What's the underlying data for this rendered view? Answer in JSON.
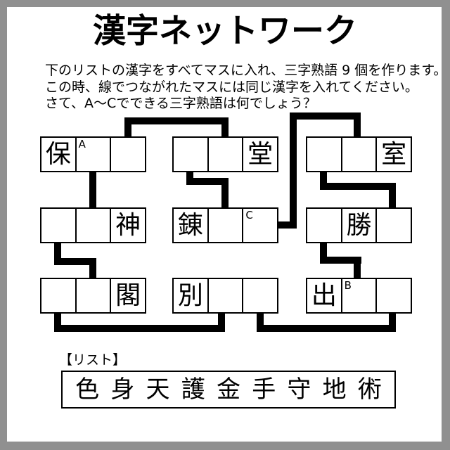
{
  "page": {
    "frame_color": "#909090",
    "title": "漢字ネットワーク",
    "instructions": [
      "下のリストの漢字をすべてマスに入れ、三字熟語 9 個を作ります。",
      "この時、線でつながれたマスには同じ漢字を入れてください。",
      "さて、A〜Cでできる三字熟語は何でしょう？"
    ]
  },
  "puzzle": {
    "boxes": [
      {
        "id": "box-1",
        "row": 1,
        "col": 1,
        "cells": [
          "保",
          "",
          ""
        ],
        "labels": [
          "",
          "A",
          ""
        ]
      },
      {
        "id": "box-2",
        "row": 1,
        "col": 2,
        "cells": [
          "",
          "",
          "堂"
        ],
        "labels": [
          "",
          "",
          ""
        ]
      },
      {
        "id": "box-3",
        "row": 1,
        "col": 3,
        "cells": [
          "",
          "",
          "室"
        ],
        "labels": [
          "",
          "",
          ""
        ]
      },
      {
        "id": "box-4",
        "row": 2,
        "col": 1,
        "cells": [
          "",
          "",
          "神"
        ],
        "labels": [
          "",
          "",
          ""
        ]
      },
      {
        "id": "box-5",
        "row": 2,
        "col": 2,
        "cells": [
          "錬",
          "",
          ""
        ],
        "labels": [
          "",
          "",
          "C"
        ]
      },
      {
        "id": "box-6",
        "row": 2,
        "col": 3,
        "cells": [
          "",
          "勝",
          ""
        ],
        "labels": [
          "",
          "",
          ""
        ]
      },
      {
        "id": "box-7",
        "row": 3,
        "col": 1,
        "cells": [
          "",
          "",
          "閣"
        ],
        "labels": [
          "",
          "",
          ""
        ]
      },
      {
        "id": "box-8",
        "row": 3,
        "col": 2,
        "cells": [
          "別",
          "",
          ""
        ],
        "labels": [
          "",
          "",
          ""
        ]
      },
      {
        "id": "box-9",
        "row": 3,
        "col": 3,
        "cells": [
          "出",
          "",
          ""
        ],
        "labels": [
          "",
          "B",
          ""
        ]
      }
    ],
    "connections": [
      {
        "from": "box-1.cell-3.top",
        "to": "box-2.cell-2.top"
      },
      {
        "from": "box-1.cell-2.bottom",
        "to": "box-4.cell-2.top"
      },
      {
        "from": "box-2.cell-1.bottom",
        "to": "box-5.cell-2.top"
      },
      {
        "from": "box-3.cell-2.top",
        "to": "box-5.cell-3.right"
      },
      {
        "from": "box-3.cell-1.bottom",
        "to": "box-6.cell-3.top"
      },
      {
        "from": "box-6.cell-1.bottom",
        "to": "box-9.cell-2.top"
      },
      {
        "from": "box-4.cell-1.bottom",
        "to": "box-7.cell-2.top"
      },
      {
        "from": "box-7.cell-1.bottom",
        "to": "box-8.cell-2.bottom"
      },
      {
        "from": "box-8.cell-3.bottom",
        "to": "box-9.cell-3.bottom"
      }
    ]
  },
  "list": {
    "heading": "【リスト】",
    "kanji": [
      "色",
      "身",
      "天",
      "護",
      "金",
      "手",
      "守",
      "地",
      "術"
    ]
  }
}
